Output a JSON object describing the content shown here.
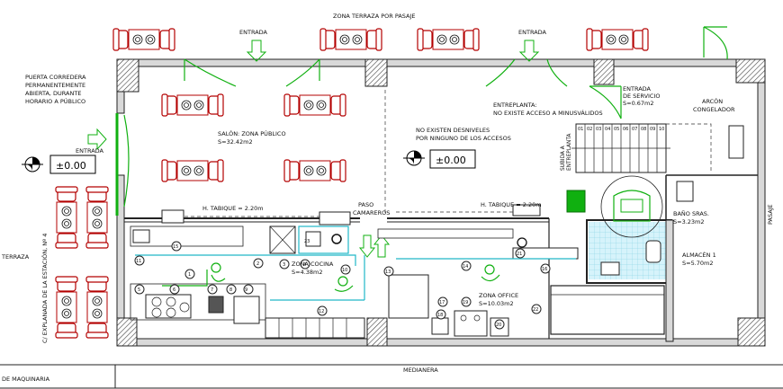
{
  "labels": {
    "zona_terraza_pasaje": "ZONA TERRAZA POR PASAJE",
    "entrada_1": "ENTRADA",
    "entrada_2": "ENTRADA",
    "entrada_left": "ENTRADA",
    "entrada_servicio_1": "ENTRADA",
    "entrada_servicio_2": "DE SERVICIO",
    "entrada_servicio_area": "S=0.67m2",
    "puerta_1": "PUERTA CORREDERA",
    "puerta_2": "PERMANENTEMENTE",
    "puerta_3": "ABIERTA, DURANTE",
    "puerta_4": "HORARIO A PÚBLICO",
    "salon_name": "SALÓN: ZONA PÚBLICO",
    "salon_area": "S=32.42m2",
    "entreplanta_1": "ENTREPLANTA:",
    "entreplanta_2": "NO EXISTE ACCESO A MINUSVÁLIDOS",
    "desniveles_1": "NO EXISTEN DESNIVELES",
    "desniveles_2": "POR NINGUNO DE LOS ACCESOS",
    "arcon_1": "ARCÓN",
    "arcon_2": "CONGELADOR",
    "subida_1": "SUBIDA A",
    "subida_2": "ENTREPLANTA",
    "tabique_1": "H. TABIQUE = 2.20m",
    "tabique_2": "H. TABIQUE = 2.20m",
    "paso_1": "PASO",
    "paso_2": "CAMAREROS",
    "bano_name": "BAÑO SRAS.",
    "bano_area": "S=3.23m2",
    "almacen_name": "ALMACÉN 1",
    "almacen_area": "S=5.70m2",
    "cocina_name": "ZONA COCINA",
    "cocina_area": "S=4.38m2",
    "office_name": "ZONA OFFICE",
    "office_area": "S=10.03m2",
    "terraza": "TERRAZA",
    "calle": "C/ EXPLANADA DE LA ESTACIÓN, Nº 4",
    "pasaje": "PASAJE",
    "medianera": "MEDIANERA",
    "maquinaria": "DE MAQUINARIA",
    "level_1": "±0.00",
    "level_2": "±0.00"
  },
  "stair_numbers": [
    "01",
    "02",
    "03",
    "04",
    "05",
    "06",
    "07",
    "08",
    "09",
    "10"
  ],
  "equipment_numbers": [
    "15",
    "1",
    "2",
    "3",
    "4",
    "5",
    "6",
    "7",
    "8",
    "9",
    "10",
    "11",
    "12",
    "13",
    "14",
    "16",
    "17",
    "18",
    "19",
    "20",
    "21",
    "22",
    "23"
  ]
}
